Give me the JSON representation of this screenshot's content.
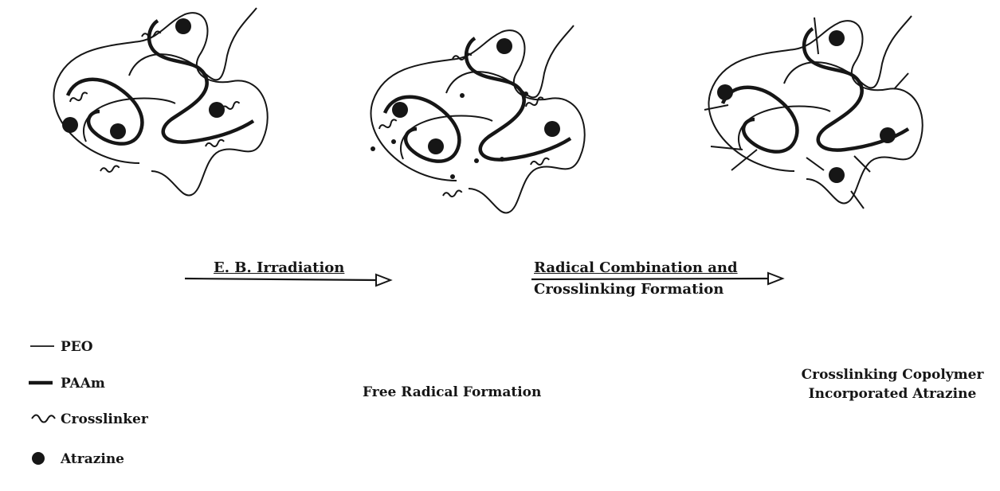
{
  "colors": {
    "ink": "#161616",
    "background": "#ffffff"
  },
  "arrows": {
    "step1": {
      "label": "E. B. Irradiation"
    },
    "step2": {
      "label_line1": "Radical Combination and",
      "label_line2": "Crosslinking Formation"
    }
  },
  "stages": {
    "middle_caption": "Free Radical Formation",
    "right_caption_line1": "Crosslinking Copolymer",
    "right_caption_line2": "Incorporated Atrazine"
  },
  "legend": {
    "items": [
      {
        "symbol": "thin-line",
        "label": "PEO"
      },
      {
        "symbol": "thick-line",
        "label": "PAAm"
      },
      {
        "symbol": "wavy-line",
        "label": "Crosslinker"
      },
      {
        "symbol": "filled-dot",
        "label": "Atrazine"
      }
    ]
  }
}
